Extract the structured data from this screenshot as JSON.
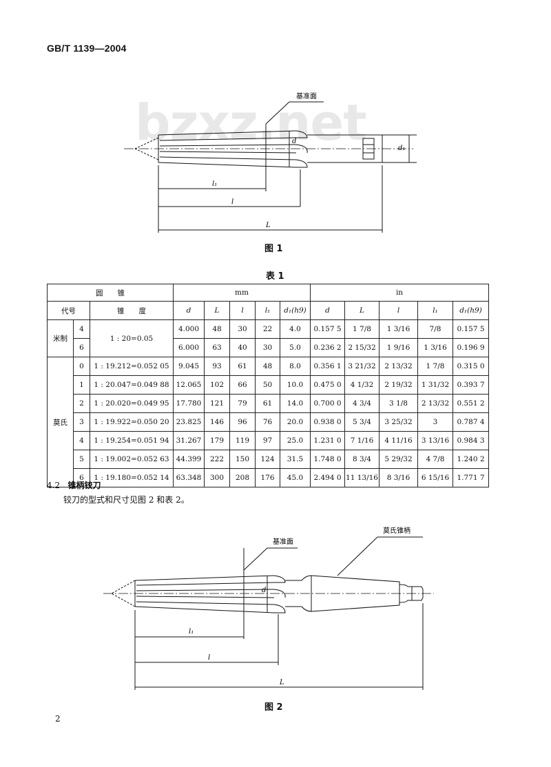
{
  "header": {
    "standard": "GB/T 1139—2004"
  },
  "watermark": "bzxz.net",
  "figure1": {
    "caption": "图 1",
    "ref_plane": "基准面",
    "labels": {
      "d": "d",
      "d1": "d₁",
      "l1": "l₁",
      "l": "l",
      "L": "L"
    }
  },
  "table1": {
    "caption": "表 1",
    "head1": {
      "cone": "圆　　锥",
      "mm": "mm",
      "in": "in"
    },
    "head2": {
      "code": "代号",
      "taper": "锥　　度",
      "d": "d",
      "L": "L",
      "l": "l",
      "l1": "l₁",
      "d1": "d₁(h9)"
    },
    "groups": {
      "metric": "米制",
      "morse": "莫氏"
    },
    "rows": [
      {
        "no": "4",
        "taper": "1 : 20=0.05",
        "d": "4.000",
        "L": "48",
        "l": "30",
        "l1": "22",
        "d1": "4.0",
        "in_d": "0.157 5",
        "in_L": "1 7/8",
        "in_l": "1 3/16",
        "in_l1": "7/8",
        "in_d1": "0.157 5"
      },
      {
        "no": "6",
        "taper": "",
        "d": "6.000",
        "L": "63",
        "l": "40",
        "l1": "30",
        "d1": "5.0",
        "in_d": "0.236 2",
        "in_L": "2 15/32",
        "in_l": "1 9/16",
        "in_l1": "1 3/16",
        "in_d1": "0.196 9"
      },
      {
        "no": "0",
        "taper": "1 : 19.212=0.052 05",
        "d": "9.045",
        "L": "93",
        "l": "61",
        "l1": "48",
        "d1": "8.0",
        "in_d": "0.356 1",
        "in_L": "3 21/32",
        "in_l": "2 13/32",
        "in_l1": "1 7/8",
        "in_d1": "0.315 0"
      },
      {
        "no": "1",
        "taper": "1 : 20.047=0.049 88",
        "d": "12.065",
        "L": "102",
        "l": "66",
        "l1": "50",
        "d1": "10.0",
        "in_d": "0.475 0",
        "in_L": "4 1/32",
        "in_l": "2 19/32",
        "in_l1": "1 31/32",
        "in_d1": "0.393 7"
      },
      {
        "no": "2",
        "taper": "1 : 20.020=0.049 95",
        "d": "17.780",
        "L": "121",
        "l": "79",
        "l1": "61",
        "d1": "14.0",
        "in_d": "0.700 0",
        "in_L": "4 3/4",
        "in_l": "3 1/8",
        "in_l1": "2 13/32",
        "in_d1": "0.551 2"
      },
      {
        "no": "3",
        "taper": "1 : 19.922=0.050 20",
        "d": "23.825",
        "L": "146",
        "l": "96",
        "l1": "76",
        "d1": "20.0",
        "in_d": "0.938 0",
        "in_L": "5 3/4",
        "in_l": "3 25/32",
        "in_l1": "3",
        "in_d1": "0.787 4"
      },
      {
        "no": "4",
        "taper": "1 : 19.254=0.051 94",
        "d": "31.267",
        "L": "179",
        "l": "119",
        "l1": "97",
        "d1": "25.0",
        "in_d": "1.231 0",
        "in_L": "7 1/16",
        "in_l": "4 11/16",
        "in_l1": "3 13/16",
        "in_d1": "0.984 3"
      },
      {
        "no": "5",
        "taper": "1 : 19.002=0.052 63",
        "d": "44.399",
        "L": "222",
        "l": "150",
        "l1": "124",
        "d1": "31.5",
        "in_d": "1.748 0",
        "in_L": "8 3/4",
        "in_l": "5 29/32",
        "in_l1": "4 7/8",
        "in_d1": "1.240 2"
      },
      {
        "no": "6",
        "taper": "1 : 19.180=0.052 14",
        "d": "63.348",
        "L": "300",
        "l": "208",
        "l1": "176",
        "d1": "45.0",
        "in_d": "2.494 0",
        "in_L": "11 13/16",
        "in_l": "8 3/16",
        "in_l1": "6 15/16",
        "in_d1": "1.771 7"
      }
    ]
  },
  "section": {
    "number": "4.2",
    "title": "锥柄铰刀",
    "text": "铰刀的型式和尺寸见图 2 和表 2。"
  },
  "figure2": {
    "caption": "图 2",
    "ref_plane": "基准面",
    "shank": "莫氏锥柄",
    "labels": {
      "d": "d",
      "l1": "l₁",
      "l": "l",
      "L": "L"
    }
  },
  "page_number": "2"
}
